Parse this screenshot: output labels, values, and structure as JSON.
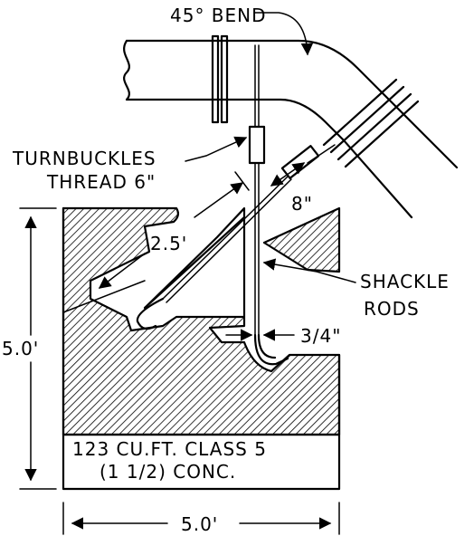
{
  "labels": {
    "bend": "45° BEND",
    "turnbuckles": "TURNBUCKLES",
    "thread": "THREAD 6\"",
    "dim_8in": "8\"",
    "dim_2_5ft": "2.5'",
    "shackle": "SHACKLE",
    "rods": "RODS",
    "dim_3_4in": "3/4\"",
    "height": "5.0'",
    "width": "5.0'",
    "volume": "123 CU.FT. CLASS 5",
    "concrete": "(1 1/2) CONC."
  }
}
